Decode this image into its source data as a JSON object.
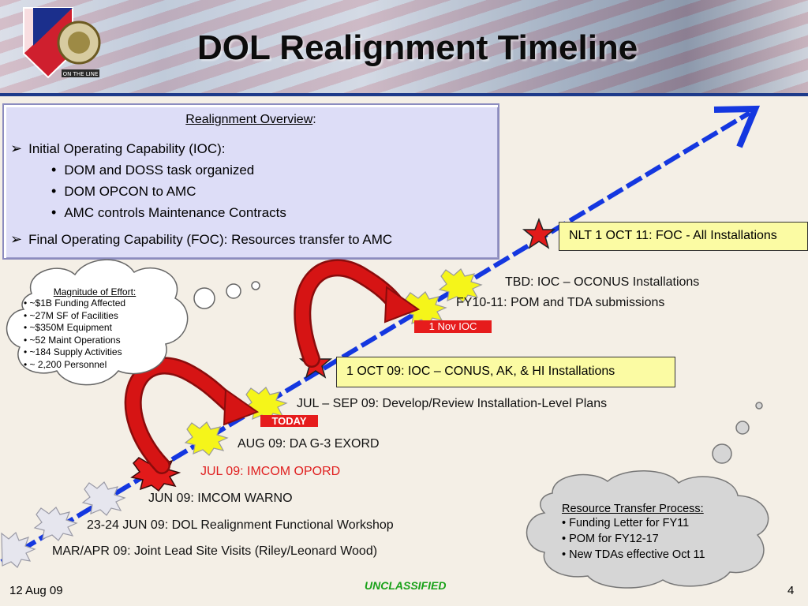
{
  "header": {
    "title": "DOL Realignment Timeline",
    "logo_caption": "ON THE LINE"
  },
  "overview": {
    "heading": "Realignment Overview",
    "heading_suffix": ":",
    "ioc_label": "Initial Operating Capability (IOC):",
    "ioc_items": [
      "DOM and DOSS task organized",
      "DOM OPCON to AMC",
      "AMC controls Maintenance Contracts"
    ],
    "foc_label": "Final Operating Capability (FOC):  Resources transfer to AMC"
  },
  "timeline": {
    "events": [
      "MAR/APR 09:  Joint Lead Site Visits (Riley/Leonard Wood)",
      "23-24 JUN 09:  DOL Realignment Functional  Workshop",
      "JUN 09: IMCOM WARNO",
      "JUL 09: IMCOM OPORD",
      "AUG 09: DA G-3 EXORD",
      "JUL – SEP 09:  Develop/Review Installation-Level Plans",
      "FY10-11: POM and TDA submissions",
      "TBD: IOC – OCONUS Installations"
    ],
    "milestone_ioc": "1 OCT 09:  IOC – CONUS, AK, & HI Installations",
    "milestone_foc": "NLT 1 OCT 11: FOC - All Installations",
    "today_label": "TODAY",
    "nov_ioc_label": "1 Nov IOC"
  },
  "effort_cloud": {
    "heading": "Magnitude of Effort:",
    "items": [
      "• ~$1B  Funding Affected",
      "• ~27M SF of Facilities",
      "• ~$350M Equipment",
      "• ~52 Maint Operations",
      "• ~184 Supply Activities",
      "• ~ 2,200 Personnel"
    ]
  },
  "transfer_cloud": {
    "heading": "Resource Transfer Process:",
    "items": [
      "• Funding Letter for FY11",
      "• POM for FY12-17",
      "• New TDAs effective Oct 11"
    ]
  },
  "footer": {
    "date": "12 Aug 09",
    "classification": "UNCLASSIFIED",
    "page": "4"
  },
  "colors": {
    "arrow": "#1437e0",
    "past_burst": "#e6e6ee",
    "future_burst": "#f5f51a",
    "current_burst": "#e21a1a",
    "star": "#e21a1a",
    "callout_arrow": "#d61414"
  }
}
